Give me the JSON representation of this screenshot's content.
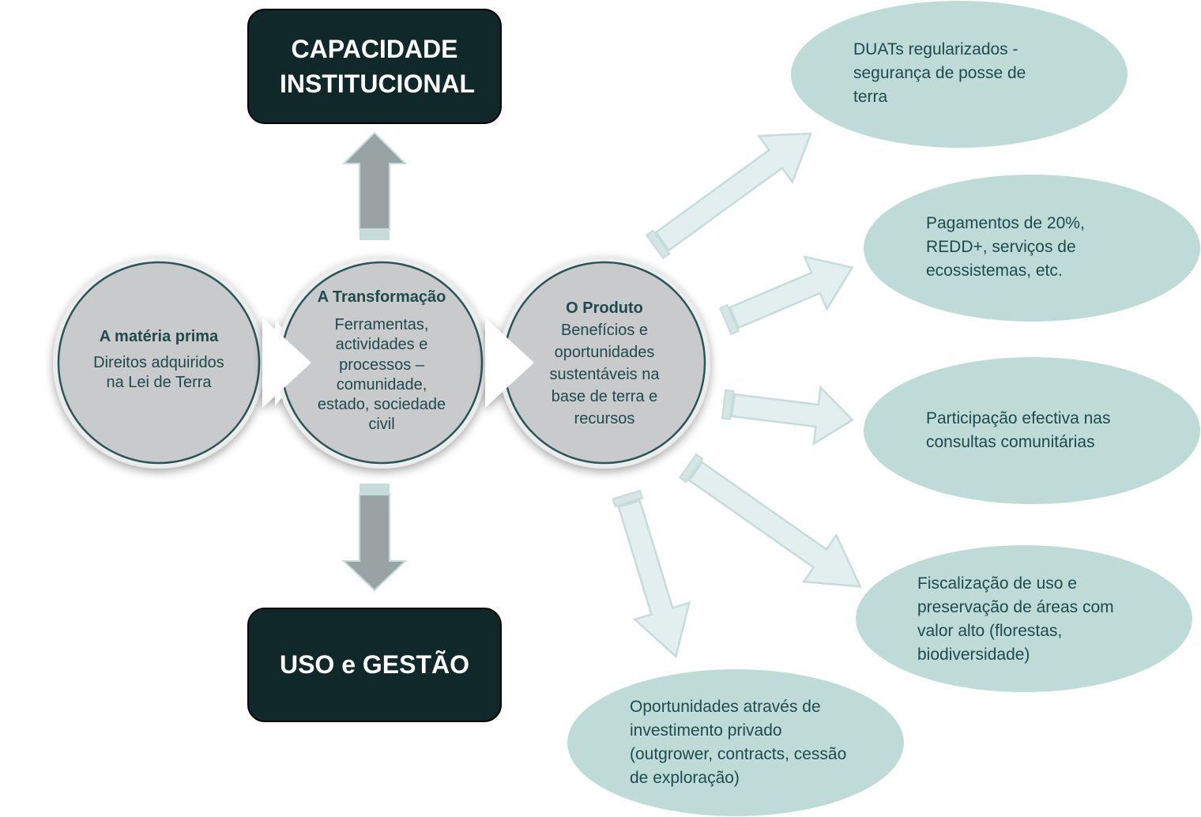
{
  "top_box": {
    "text": "CAPACIDADE INSTITUCIONAL"
  },
  "bottom_box": {
    "text": "USO e GESTÃO"
  },
  "stages": [
    {
      "title": "A matéria prima",
      "body": "Direitos adquiridos na Lei de Terra"
    },
    {
      "title": "A Transformação",
      "body": "Ferramentas, actividades e processos – comunidade, estado, sociedade civil"
    },
    {
      "title": "O Produto",
      "body": "Benefícios e oportunidades sustentáveis na base de terra e recursos"
    }
  ],
  "outcomes": [
    {
      "text": "DUATs regularizados - segurança de posse de terra"
    },
    {
      "text": "Pagamentos de 20%, REDD+, serviços de ecossistemas, etc."
    },
    {
      "text": "Participação efectiva nas consultas comunitárias"
    },
    {
      "text": "Fiscalização de uso e preservação de áreas com valor alto (florestas, biodiversidade)"
    },
    {
      "text": "Oportunidades através de investimento privado (outgrower, contracts, cessão de exploração)"
    }
  ],
  "colors": {
    "box_fill": "#10282a",
    "circle_fill": "#c8cacb",
    "circle_stroke": "#2a5658",
    "ellipse_fill": "#bfdbd8",
    "arrow_fill": "#e3efee",
    "arrow_stroke": "#c5dcda",
    "vertical_arrow_fill": "#9aa3a3",
    "text_teal": "#1f4a4d"
  }
}
